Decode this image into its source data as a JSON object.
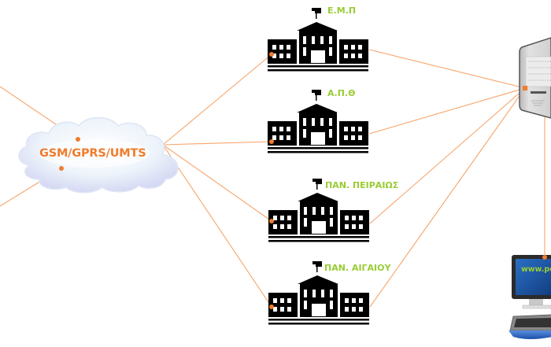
{
  "diagram": {
    "type": "network-topology",
    "colors": {
      "link": "#f7a46a",
      "node_dot": "#f07c2c",
      "cloud_text": "#f07c2c",
      "building_label": "#99cc33",
      "building_fill": "#000000",
      "screen_bg": "#1e5aa8",
      "screen_text": "#99cc33"
    },
    "cloud": {
      "label": "GSM/GPRS/UMTS",
      "icon": "cloud-icon"
    },
    "buildings": [
      {
        "id": "emp",
        "label": "Ε.Μ.Π",
        "icon": "university-building-icon"
      },
      {
        "id": "apth",
        "label": "Α.Π.Θ",
        "icon": "university-building-icon"
      },
      {
        "id": "piraeus",
        "label": "ΠΑΝ. ΠΕΙΡΑΙΩΣ",
        "icon": "university-building-icon"
      },
      {
        "id": "aegean",
        "label": "ΠΑΝ. ΑΙΓΑΙΟΥ",
        "icon": "university-building-icon"
      }
    ],
    "server": {
      "icon": "server-tower-icon"
    },
    "workstation": {
      "icon": "desktop-computer-icon",
      "screen_text": "www.pe"
    },
    "links": [
      {
        "from": "offscreen-top-left",
        "to": "cloud"
      },
      {
        "from": "offscreen-bottom-left",
        "to": "cloud"
      },
      {
        "from": "cloud",
        "to": "emp"
      },
      {
        "from": "cloud",
        "to": "apth"
      },
      {
        "from": "cloud",
        "to": "piraeus"
      },
      {
        "from": "cloud",
        "to": "aegean"
      },
      {
        "from": "emp",
        "to": "server"
      },
      {
        "from": "apth",
        "to": "server"
      },
      {
        "from": "piraeus",
        "to": "server"
      },
      {
        "from": "aegean",
        "to": "server"
      },
      {
        "from": "server",
        "to": "workstation"
      }
    ]
  }
}
